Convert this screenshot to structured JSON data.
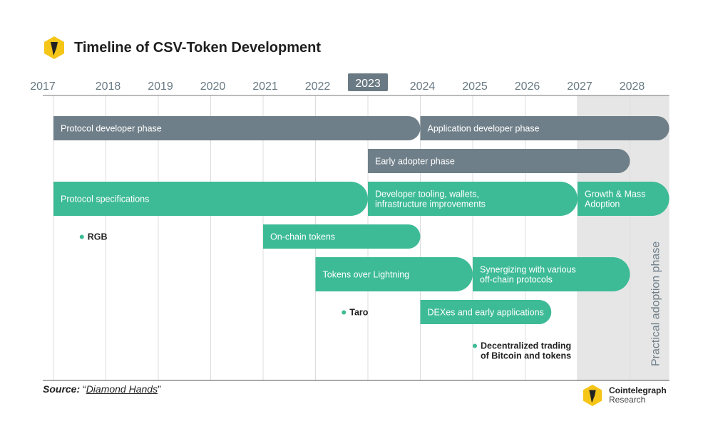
{
  "title": "Timeline of CSV-Token Development",
  "source": {
    "label": "Source:",
    "open_quote": " “",
    "text": "Diamond Hands",
    "close_quote": "”"
  },
  "brand": {
    "name": "Cointelegraph",
    "sub": "Research"
  },
  "colors": {
    "gray_bar": "#6f7f89",
    "green_bar": "#3dbb96",
    "shade": "#e6e6e6",
    "highlight_tag": "#6a7a84",
    "axis_text": "#6a7a84",
    "dot": "#3dbb96",
    "vertical_label": "#6f7f89",
    "logo_yellow": "#f5c518",
    "logo_dark": "#222222"
  },
  "chart_data": {
    "type": "timeline",
    "years": [
      "2017",
      "2018",
      "2019",
      "2020",
      "2021",
      "2022",
      "2023",
      "2024",
      "2025",
      "2026",
      "2027",
      "2028"
    ],
    "highlighted_year": "2023",
    "x_range": [
      2017,
      2028.75
    ],
    "shaded_region": {
      "start": 2027,
      "end": 2028.75,
      "label": "Practical adoption phase"
    },
    "bars": [
      {
        "label": "Protocol developer phase",
        "start": 2017,
        "end": 2024,
        "color": "gray",
        "row": 0
      },
      {
        "label": "Application developer phase",
        "start": 2024,
        "end": 2028.75,
        "color": "gray",
        "row": 0
      },
      {
        "label": "Early adopter phase",
        "start": 2023,
        "end": 2028,
        "color": "gray",
        "row": 1
      },
      {
        "label": "Protocol specifications",
        "start": 2017,
        "end": 2023,
        "color": "green",
        "row": 2
      },
      {
        "label": "Developer tooling, wallets, infrastructure improvements",
        "start": 2023,
        "end": 2027,
        "color": "green",
        "row": 2
      },
      {
        "label": "Growth & Mass Adoption",
        "start": 2027,
        "end": 2028.75,
        "color": "green",
        "row": 2
      },
      {
        "label": "On-chain tokens",
        "start": 2021,
        "end": 2024,
        "color": "green",
        "row": 3
      },
      {
        "label": "Tokens over Lightning",
        "start": 2022,
        "end": 2025,
        "color": "green",
        "row": 4
      },
      {
        "label": "Synergizing with various off-chain protocols",
        "start": 2025,
        "end": 2028,
        "color": "green",
        "row": 4
      },
      {
        "label": "DEXes and early applications",
        "start": 2024,
        "end": 2026.5,
        "color": "green",
        "row": 5
      }
    ],
    "milestones": [
      {
        "label": "RGB",
        "year": 2017.5,
        "row": 3
      },
      {
        "label": "Taro",
        "year": 2022.5,
        "row": 5
      },
      {
        "label": "Decentralized trading of Bitcoin and tokens",
        "year": 2025,
        "row": 6
      }
    ]
  }
}
